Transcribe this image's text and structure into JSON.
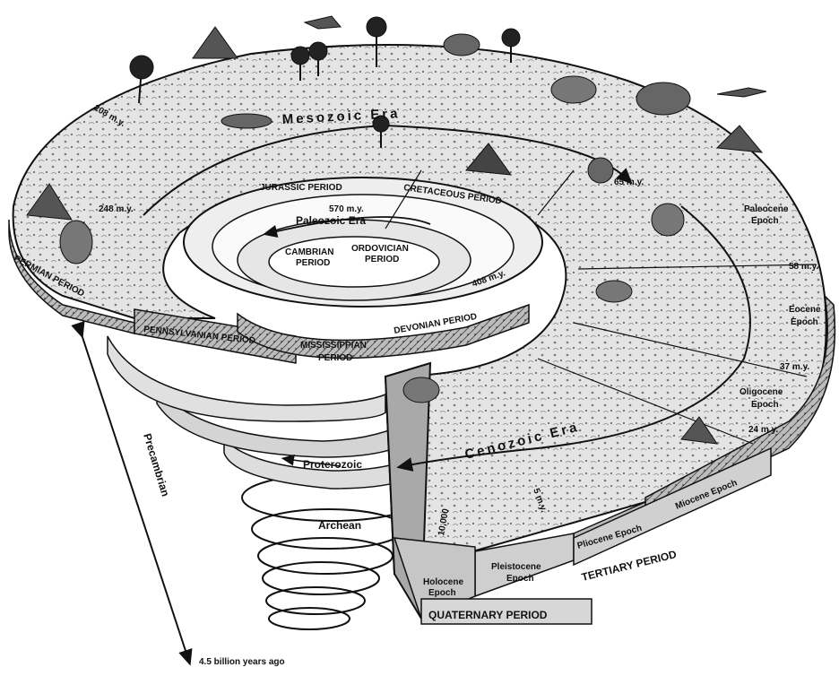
{
  "eras": {
    "mesozoic": "Mesozoic Era",
    "paleozoic": "Paleozoic Era",
    "cenozoic": "Cenozoic Era",
    "proterozoic": "Proterozoic",
    "archean": "Archean",
    "precambrian": "Precambrian"
  },
  "periods": {
    "jurassic": "JURASSIC PERIOD",
    "cretaceous": "CRETACEOUS PERIOD",
    "permian": "PERMIAN PERIOD",
    "pennsylvanian": "PENNSYLVANIAN PERIOD",
    "mississippian_1": "MISSISSIPPIAN",
    "mississippian_2": "PERIOD",
    "devonian": "DEVONIAN PERIOD",
    "cambrian_1": "CAMBRIAN",
    "cambrian_2": "PERIOD",
    "ordovician_1": "ORDOVICIAN",
    "ordovician_2": "PERIOD",
    "tertiary": "TERTIARY PERIOD",
    "quaternary": "QUATERNARY PERIOD"
  },
  "epochs": {
    "paleocene_1": "Paleocene",
    "paleocene_2": "Epoch",
    "eocene_1": "Eocene",
    "eocene_2": "Epoch",
    "oligocene_1": "Oligocene",
    "oligocene_2": "Epoch",
    "miocene": "Miocene Epoch",
    "pliocene": "Pliocene Epoch",
    "pleistocene_1": "Pleistocene",
    "pleistocene_2": "Epoch",
    "holocene_1": "Holocene",
    "holocene_2": "Epoch"
  },
  "dates": {
    "d65": "65 m.y.",
    "d58": "58 m.y.",
    "d37": "37 m.y.",
    "d24": "24 m.y.",
    "d5": "5 m.y.",
    "d248": "248 m.y.",
    "d208": "208 m.y.",
    "d570": "570 m.y.",
    "d408": "408 m.y.",
    "d10000": "10,000",
    "bottom": "4.5 billion years ago"
  }
}
